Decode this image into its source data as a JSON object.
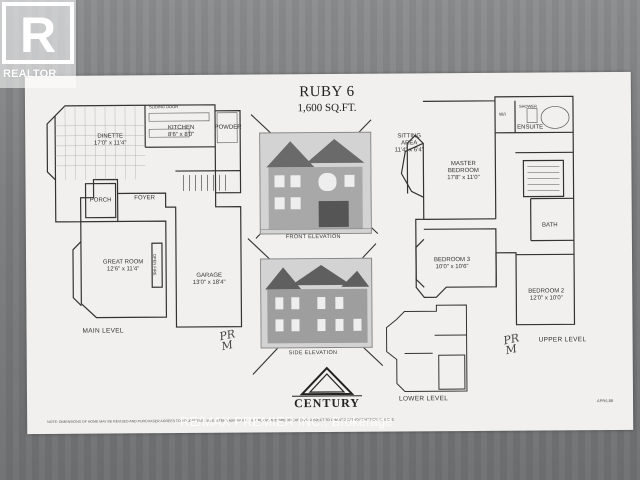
{
  "watermark_badge": {
    "word": "REALTOR",
    "mark": "R"
  },
  "title": {
    "model": "RUBY 6",
    "size": "1,600 SQ.FT."
  },
  "main_level": {
    "label": "MAIN LEVEL",
    "rooms": [
      {
        "name": "DINETTE",
        "dims": "17'0\" x 11'4\""
      },
      {
        "name": "KITCHEN",
        "dims": "8'6\" x 8'0\""
      },
      {
        "name": "POWDER",
        "dims": ""
      },
      {
        "name": "PORCH",
        "dims": ""
      },
      {
        "name": "FOYER",
        "dims": ""
      },
      {
        "name": "GREAT ROOM",
        "dims": "12'6\" x 11'4\""
      },
      {
        "name": "GARAGE",
        "dims": "13'0\" x 18'4\""
      }
    ],
    "notes": {
      "sliding_door": "SLIDING DOOR",
      "fireplace": "OPEN FIRE"
    }
  },
  "upper_level": {
    "label": "UPPER LEVEL",
    "rooms": [
      {
        "name": "SITTING AREA",
        "dims": "11'4\" x 6'4\""
      },
      {
        "name": "MASTER BEDROOM",
        "dims": "17'8\" x 11'0\""
      },
      {
        "name": "ENSUITE",
        "dims": ""
      },
      {
        "name": "BEDROOM 3",
        "dims": "10'0\" x 10'6\""
      },
      {
        "name": "BATH",
        "dims": ""
      },
      {
        "name": "BEDROOM 2",
        "dims": "12'0\" x 10'0\""
      }
    ],
    "notes": {
      "wic": "W/I",
      "shower": "SHOWER"
    }
  },
  "lower_level": {
    "label": "LOWER LEVEL"
  },
  "elevations": {
    "front": "FRONT ELEVATION",
    "side": "SIDE ELEVATION"
  },
  "builder": {
    "name": "CENTURY"
  },
  "sign_left": "PR\nM",
  "sign_right": "PR\nM",
  "code": "APR/L88",
  "disclaimer": "NOTE: DIMENSIONS OF HOME MAY BE REVISED AND PURCHASER AGREES TO ACCEPT THE SAME. STEPS MAY VARY ... ALL PLANS AND SPECIFICATIONS SUBJECT TO CHANGE WITHOUT NOTICE. E. & O. E.",
  "brokerage_watermark": "RE/MAX PREMIER INC., Brokerage"
}
